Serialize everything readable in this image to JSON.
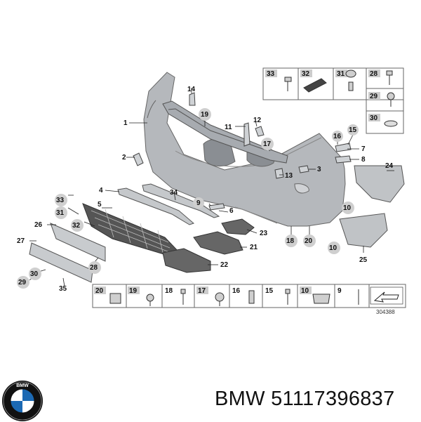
{
  "diagram": {
    "reference_number": "304388",
    "callouts": [
      "1",
      "2",
      "3",
      "4",
      "5",
      "6",
      "7",
      "8",
      "9",
      "10",
      "10",
      "11",
      "12",
      "13",
      "14",
      "16",
      "15",
      "17",
      "18",
      "19",
      "20",
      "21",
      "22",
      "23",
      "24",
      "25",
      "26",
      "27",
      "28",
      "29",
      "30",
      "31",
      "32",
      "33",
      "34",
      "35"
    ],
    "top_legend": [
      "33",
      "32",
      "31",
      "28",
      "29",
      "30"
    ],
    "bottom_legend": [
      "20",
      "19",
      "18",
      "17",
      "16",
      "15",
      "10",
      "9"
    ]
  },
  "footer": {
    "brand": "BMW",
    "part_number": "51117396837",
    "text": "BMW 51117396837"
  },
  "logo": {
    "letters": "BMW",
    "colors": {
      "blue": "#1c69b3",
      "white": "#ffffff",
      "ring": "#111111"
    }
  }
}
